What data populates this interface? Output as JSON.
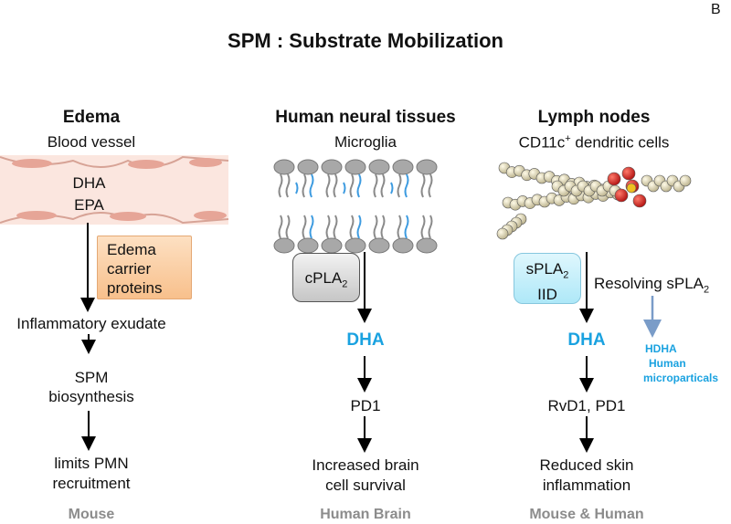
{
  "corner_label": "B",
  "title": "SPM : Substrate Mobilization",
  "col1": {
    "header": "Edema",
    "subheader": "Blood vessel",
    "vessel_text": [
      "DHA",
      "EPA"
    ],
    "carrier_box": [
      "Edema",
      "carrier",
      "proteins"
    ],
    "steps": [
      "Inflammatory exudate",
      "SPM",
      "biosynthesis",
      "limits PMN",
      "recruitment"
    ],
    "footer": "Mouse"
  },
  "col2": {
    "header": "Human neural tissues",
    "subheader": "Microglia",
    "enzyme_base": "cPLA",
    "enzyme_sub": "2",
    "product": "DHA",
    "steps": [
      "PD1",
      "Increased brain",
      "cell survival"
    ],
    "footer": "Human Brain"
  },
  "col3": {
    "header": "Lymph nodes",
    "subheader_base": "CD11c",
    "subheader_sup": "+",
    "subheader_rest": " dendritic cells",
    "enzyme_base": "sPLA",
    "enzyme_sub": "2",
    "enzyme_line2": "IID",
    "resolving_base": "Resolving sPLA",
    "resolving_sub": "2",
    "product": "DHA",
    "side_notes": [
      "HDHA",
      "Human",
      "microparticals"
    ],
    "steps": [
      "RvD1, PD1",
      "Reduced skin",
      "inflammation"
    ],
    "footer": "Mouse & Human"
  },
  "colors": {
    "product_blue": "#1aa2e0",
    "vessel_wall": "#f7d9cf",
    "vessel_cell": "#e8a79a",
    "carrier_box": "#fbc99a",
    "cpla_box": "#d4d4d4",
    "spla_box": "#bfeefb",
    "footer_gray": "#8c8c8c",
    "lipid_head": "#a8a8a8",
    "lipid_tail_blue": "#3d9be0"
  }
}
